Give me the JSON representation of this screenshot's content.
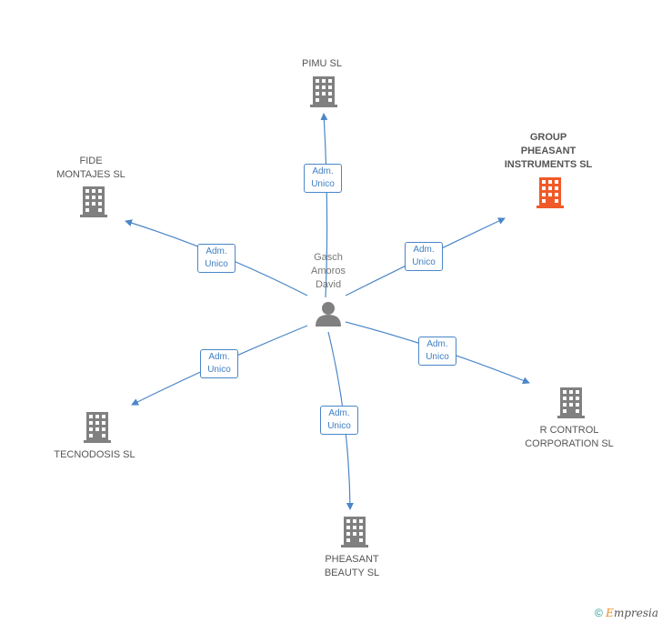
{
  "center": {
    "name_lines": [
      "Gasch",
      "Amoros",
      "David"
    ],
    "icon": "person-icon"
  },
  "companies": [
    {
      "id": "pimu",
      "lines": [
        "PIMU SL"
      ],
      "highlight": false,
      "icon": "building-icon"
    },
    {
      "id": "group-pheasant",
      "lines": [
        "GROUP",
        "PHEASANT",
        "INSTRUMENTS SL"
      ],
      "highlight": true,
      "icon": "building-icon"
    },
    {
      "id": "fide",
      "lines": [
        "FIDE",
        "MONTAJES  SL"
      ],
      "highlight": false,
      "icon": "building-icon"
    },
    {
      "id": "tecnodosis",
      "lines": [
        "TECNODOSIS SL"
      ],
      "highlight": false,
      "icon": "building-icon"
    },
    {
      "id": "pheasant-beauty",
      "lines": [
        "PHEASANT",
        "BEAUTY  SL"
      ],
      "highlight": false,
      "icon": "building-icon"
    },
    {
      "id": "r-control",
      "lines": [
        "R CONTROL",
        "CORPORATION SL"
      ],
      "highlight": false,
      "icon": "building-icon"
    }
  ],
  "edges": [
    {
      "target": "pimu",
      "lines": [
        "Adm.",
        "Unico"
      ]
    },
    {
      "target": "group-pheasant",
      "lines": [
        "Adm.",
        "Unico"
      ]
    },
    {
      "target": "fide",
      "lines": [
        "Adm.",
        "Unico"
      ]
    },
    {
      "target": "tecnodosis",
      "lines": [
        "Adm.",
        "Unico"
      ]
    },
    {
      "target": "pheasant-beauty",
      "lines": [
        "Adm.",
        "Unico"
      ]
    },
    {
      "target": "r-control",
      "lines": [
        "Adm.",
        "Unico"
      ]
    }
  ],
  "colors": {
    "edge": "#4a86c8",
    "building": "#808080",
    "highlight": "#f05a28",
    "person": "#808080"
  },
  "footer": {
    "copyright_symbol": "©",
    "brand_first": "E",
    "brand_rest": "mpresia"
  }
}
